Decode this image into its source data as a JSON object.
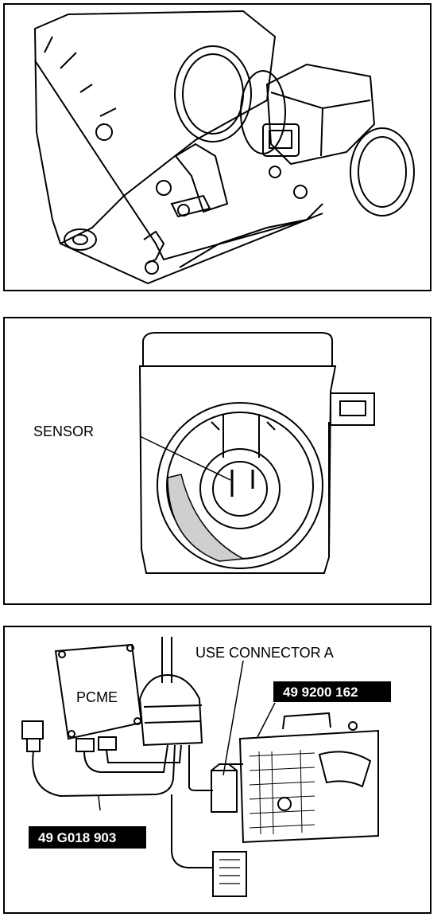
{
  "panels": {
    "top": {
      "description": ""
    },
    "middle": {
      "sensor_label": "SENSOR"
    },
    "bottom": {
      "connector_note": "USE CONNECTOR A",
      "unit_label": "PCME",
      "part_number_monitor": "49 9200 162",
      "part_number_harness": "49 G018 903"
    }
  },
  "colors": {
    "line": "#000000",
    "background": "#ffffff",
    "tag_fill": "#000000",
    "tag_text": "#ffffff"
  }
}
